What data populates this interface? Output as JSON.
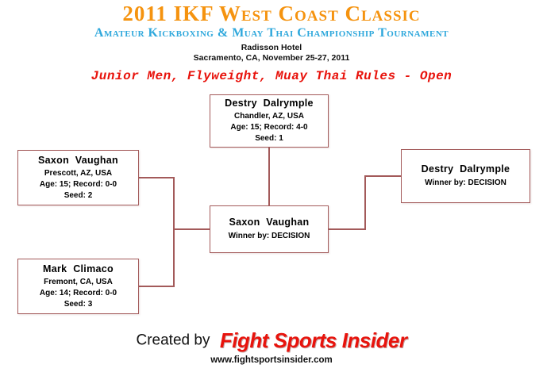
{
  "header": {
    "title": "2011 IKF West Coast Classic",
    "subtitle": "Amateur Kickboxing & Muay Thai Championship Tournament",
    "venue": "Radisson Hotel",
    "location_date": "Sacramento, CA, November 25-27, 2011",
    "division": "Junior Men, Flyweight, Muay Thai Rules - Open"
  },
  "bracket": {
    "seed1": {
      "name": "Destry Dalrymple",
      "location": "Chandler, AZ, USA",
      "age_record": "Age: 15; Record: 4-0",
      "seed": "Seed: 1"
    },
    "seed2": {
      "name": "Saxon Vaughan",
      "location": "Prescott, AZ, USA",
      "age_record": "Age: 15; Record: 0-0",
      "seed": "Seed: 2"
    },
    "seed3": {
      "name": "Mark Climaco",
      "location": "Fremont, CA, USA",
      "age_record": "Age: 14; Record: 0-0",
      "seed": "Seed: 3"
    },
    "semifinal_winner": {
      "name": "Saxon Vaughan",
      "result": "Winner by: DECISION"
    },
    "final_winner": {
      "name": "Destry Dalrymple",
      "result": "Winner by: DECISION"
    }
  },
  "footer": {
    "created_by": "Created by",
    "brand": "Fight Sports Insider",
    "website": "www.fightsportsinsider.com"
  },
  "colors": {
    "title_orange": "#f5930f",
    "subtitle_blue": "#2fa8dc",
    "division_red": "#e8130c",
    "box_border_maroon": "#a35a5a",
    "brand_red": "#e8130c",
    "text_black": "#111111",
    "background": "#ffffff"
  }
}
